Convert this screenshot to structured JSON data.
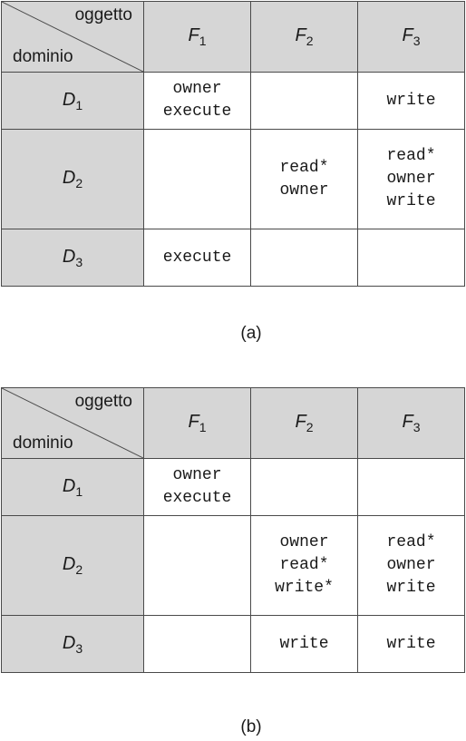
{
  "matrix_a": {
    "corner_top": "oggetto",
    "corner_bottom": "dominio",
    "columns": [
      {
        "name": "F",
        "sub": "1"
      },
      {
        "name": "F",
        "sub": "2"
      },
      {
        "name": "F",
        "sub": "3"
      }
    ],
    "rows": [
      {
        "name": "D",
        "sub": "1",
        "cells": [
          [
            "owner",
            "execute"
          ],
          [],
          [
            "write"
          ]
        ]
      },
      {
        "name": "D",
        "sub": "2",
        "cells": [
          [],
          [
            "read*",
            "owner"
          ],
          [
            "read*",
            "owner",
            "write"
          ]
        ]
      },
      {
        "name": "D",
        "sub": "3",
        "cells": [
          [
            "execute"
          ],
          [],
          []
        ]
      }
    ],
    "caption": "(a)"
  },
  "matrix_b": {
    "corner_top": "oggetto",
    "corner_bottom": "dominio",
    "columns": [
      {
        "name": "F",
        "sub": "1"
      },
      {
        "name": "F",
        "sub": "2"
      },
      {
        "name": "F",
        "sub": "3"
      }
    ],
    "rows": [
      {
        "name": "D",
        "sub": "1",
        "cells": [
          [
            "owner",
            "execute"
          ],
          [],
          []
        ]
      },
      {
        "name": "D",
        "sub": "2",
        "cells": [
          [],
          [
            "owner",
            "read*",
            "write*"
          ],
          [
            "read*",
            "owner",
            "write"
          ]
        ]
      },
      {
        "name": "D",
        "sub": "3",
        "cells": [
          [],
          [
            "write"
          ],
          [
            "write"
          ]
        ]
      }
    ],
    "caption": "(b)"
  }
}
